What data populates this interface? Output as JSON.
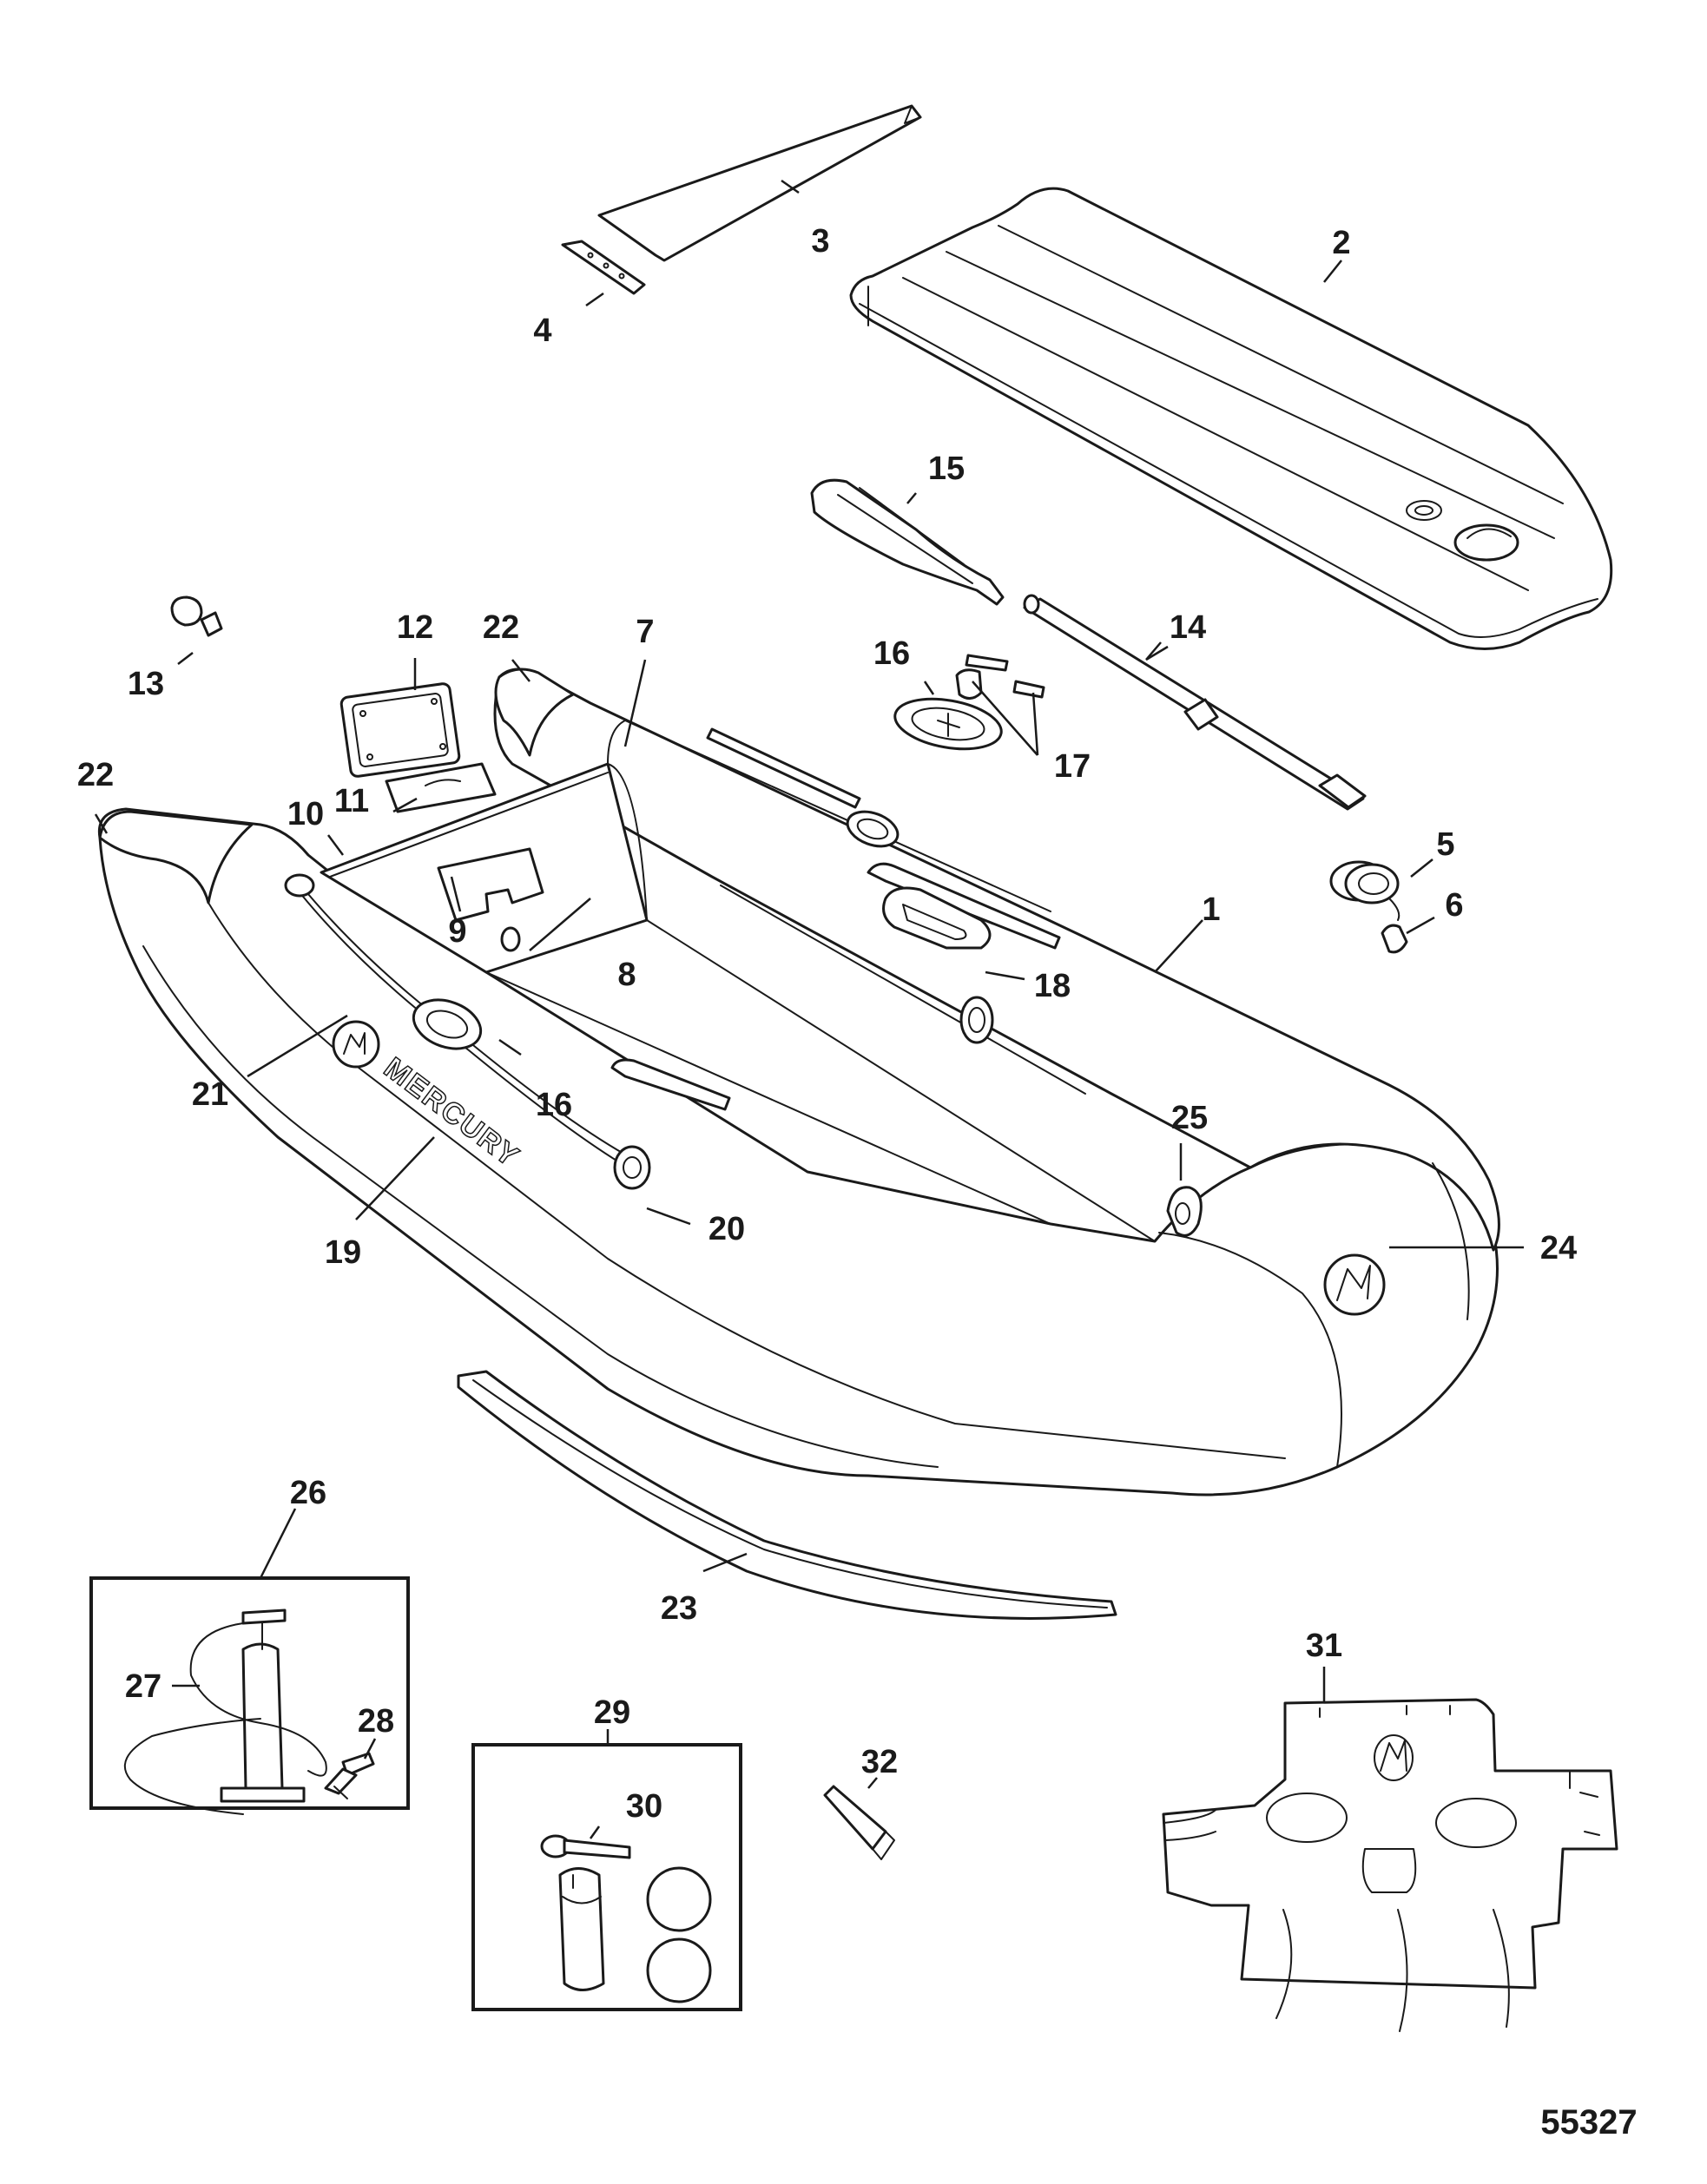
{
  "figure_number": "55327",
  "brand_text": "MERCURY",
  "callouts": {
    "c1": "1",
    "c2": "2",
    "c3": "3",
    "c4": "4",
    "c5": "5",
    "c6": "6",
    "c7": "7",
    "c8": "8",
    "c9": "9",
    "c10": "10",
    "c11": "11",
    "c12": "12",
    "c13": "13",
    "c14": "14",
    "c15": "15",
    "c16a": "16",
    "c16b": "16",
    "c17": "17",
    "c18": "18",
    "c19": "19",
    "c20": "20",
    "c21": "21",
    "c22a": "22",
    "c22b": "22",
    "c23": "23",
    "c24": "24",
    "c25": "25",
    "c26": "26",
    "c27": "27",
    "c28": "28",
    "c29": "29",
    "c30": "30",
    "c31": "31",
    "c32": "32"
  }
}
